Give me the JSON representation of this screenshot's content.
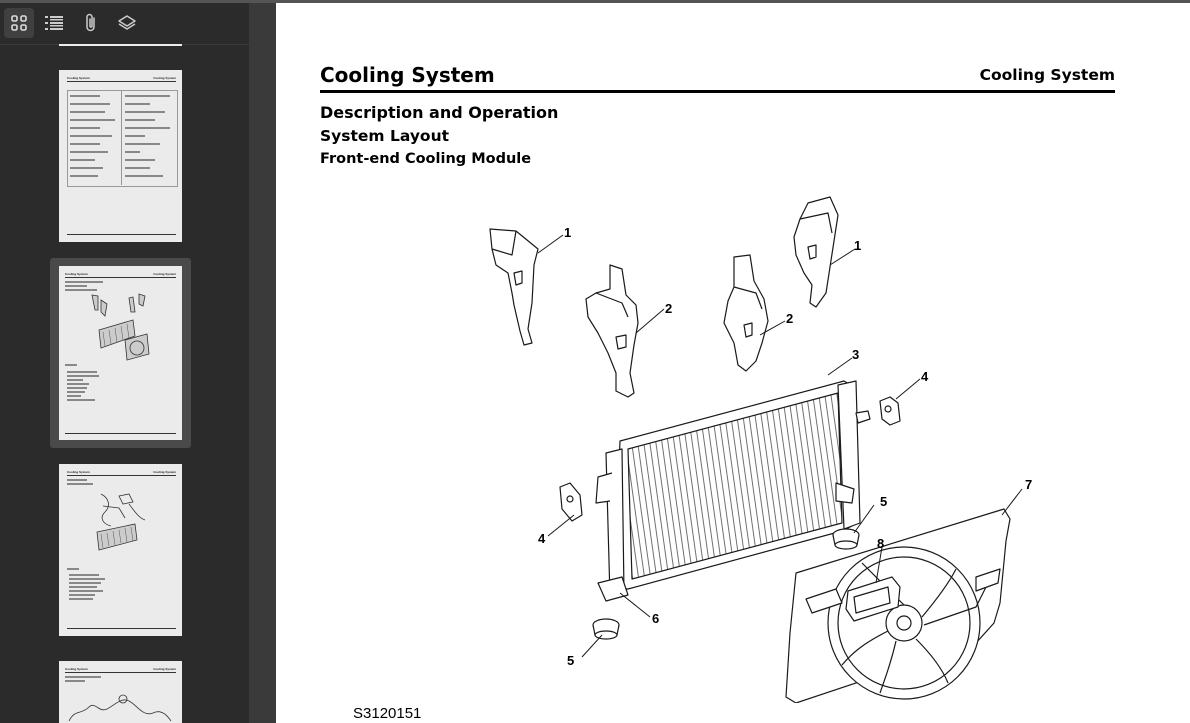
{
  "sidebar": {
    "toolbar": [
      {
        "name": "thumbnails",
        "icon": "grid-icon"
      },
      {
        "name": "outline",
        "icon": "list-icon"
      },
      {
        "name": "attachments",
        "icon": "paperclip-icon"
      },
      {
        "name": "layers",
        "icon": "layers-icon"
      }
    ],
    "selected_thumbnail": 2,
    "thumbnails": [
      {
        "header_left": "Cooling System",
        "header_right": "Cooling System"
      },
      {
        "header_left": "Cooling System",
        "header_right": "Cooling System"
      },
      {
        "header_left": "Cooling System",
        "header_right": "Cooling System"
      },
      {
        "header_left": "Cooling System",
        "header_right": "Cooling System"
      }
    ]
  },
  "document": {
    "title": "Cooling System",
    "title_right": "Cooling System",
    "section": "Description and Operation",
    "subsection": "System Layout",
    "heading": "Front-end Cooling Module",
    "figure_id": "S3120151",
    "callouts": [
      "1",
      "1",
      "2",
      "2",
      "3",
      "4",
      "4",
      "5",
      "5",
      "6",
      "7",
      "8"
    ]
  },
  "colors": {
    "sidebar_bg": "#2b2b2b",
    "gutter_bg": "#3a3a3a",
    "page_bg": "#ffffff",
    "selected_thumb_bg": "#4a4a4a"
  }
}
